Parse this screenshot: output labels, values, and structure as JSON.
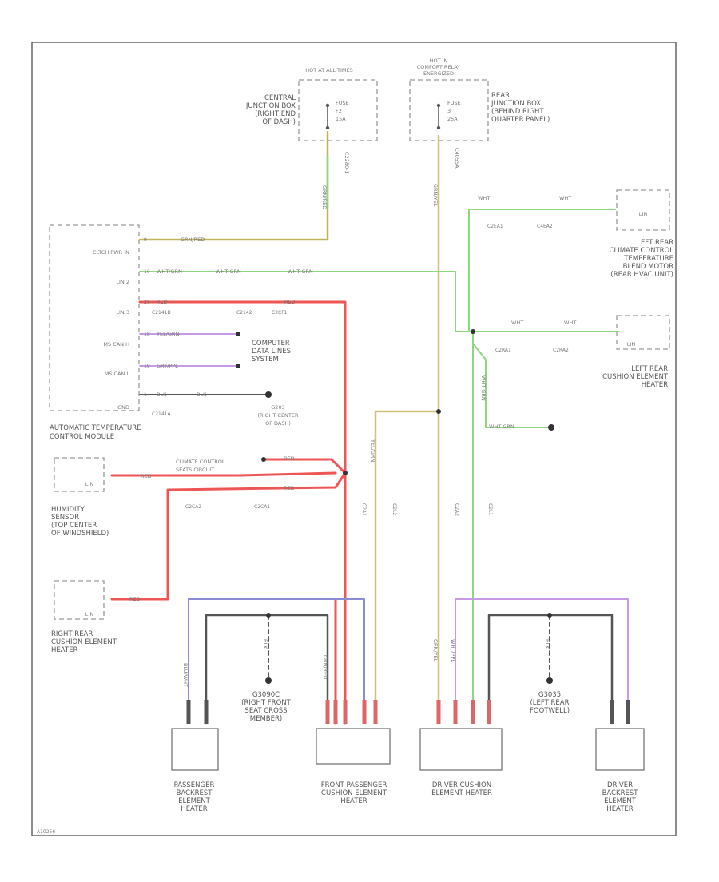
{
  "diagram_id": "A10256",
  "colors": {
    "red": "#ee5555",
    "green": "#8fd680",
    "tan": "#d2c07a",
    "olive": "#c2b25c",
    "purple": "#c79ae8",
    "blue": "#8c8cd6",
    "black": "#555555",
    "red_terminal": "#dd6666",
    "frame": "#666666"
  },
  "power": {
    "left_supply": "HOT AT ALL TIMES",
    "left_fuse": [
      "FUSE",
      "F2",
      "15A"
    ],
    "left_box": [
      "CENTRAL",
      "JUNCTION BOX",
      "(RIGHT END",
      "OF DASH)"
    ],
    "left_connector": "C2280-1",
    "left_wire": "GRN/RED",
    "right_supply": [
      "HOT IN",
      "COMFORT RELAY",
      "ENERGIZED"
    ],
    "right_fuse": [
      "FUSE",
      "3",
      "25A"
    ],
    "right_box": [
      "REAR",
      "JUNCTION BOX",
      "(BEHIND RIGHT",
      "QUARTER PANEL)"
    ],
    "right_connector": "C4055A",
    "right_wire": "GRN/YEL"
  },
  "module": {
    "name": [
      "AUTOMATIC TEMPERATURE",
      "CONTROL MODULE"
    ],
    "pins": [
      "CLTCH PWR IN",
      "LIN 2",
      "LIN 3",
      "MS CAN H",
      "MS CAN L",
      "GND"
    ],
    "pin_numbers": [
      "9",
      "10",
      "26",
      "18",
      "19",
      "1"
    ],
    "wires": [
      "GRN/RED",
      "WHT/GRN",
      "RED",
      "YEL/GRN",
      "GRY/PPL",
      "BLK"
    ],
    "connectors": [
      "C2141B",
      "C2141A"
    ],
    "ground": [
      "G203",
      "(RIGHT CENTER",
      "OF DASH)"
    ],
    "computer_data": [
      "COMPUTER",
      "DATA LINES",
      "SYSTEM"
    ]
  },
  "splices": {
    "top": [
      "C2142",
      "C2CF1"
    ],
    "wht_grn": [
      "C2EA1",
      "C4EA2",
      "C2RA1",
      "C2RA2"
    ],
    "climate": [
      "CLIMATE CONTROL",
      "SEATS CIRCUIT"
    ],
    "front": [
      "C2CA2",
      "C2CA1"
    ],
    "seat_cons": [
      "C2A1",
      "C2A2",
      "C2L2",
      "C2L1"
    ]
  },
  "components": {
    "left_rear_motor": [
      "LEFT REAR",
      "CLIMATE CONTROL",
      "TEMPERATURE",
      "BLEND MOTOR",
      "(REAR HVAC UNIT)"
    ],
    "left_rear_cushion": [
      "LEFT REAR",
      "CUSHION ELEMENT",
      "HEATER"
    ],
    "humidity": [
      "HUMIDITY",
      "SENSOR",
      "(TOP CENTER",
      "OF WINDSHIELD)"
    ],
    "right_rear_cushion": [
      "RIGHT REAR",
      "CUSHION ELEMENT",
      "HEATER"
    ],
    "g_front": [
      "G3090C",
      "(RIGHT FRONT",
      "SEAT CROSS",
      "MEMBER)"
    ],
    "g_rear": [
      "G3035",
      "(LEFT REAR",
      "FOOTWELL)"
    ],
    "passenger_backrest": [
      "PASSENGER",
      "BACKREST",
      "ELEMENT",
      "HEATER"
    ],
    "front_passenger_cushion": [
      "FRONT PASSENGER",
      "CUSHION ELEMENT",
      "HEATER"
    ],
    "driver_cushion": [
      "DRIVER CUSHION",
      "ELEMENT HEATER"
    ],
    "driver_backrest": [
      "DRIVER",
      "BACKREST",
      "ELEMENT",
      "HEATER"
    ],
    "lin": "LIN"
  },
  "wire_labels": {
    "wht_grn": "WHT GRN",
    "wht": "WHT",
    "red": "RED",
    "blk": "BLK",
    "yel_grn": "YEL/GRN",
    "blu_wht": "BLU/WHT",
    "grn_red": "GRN/RED",
    "wht_ppl": "WHT/PPL",
    "grn_yel": "GRN/YEL"
  }
}
